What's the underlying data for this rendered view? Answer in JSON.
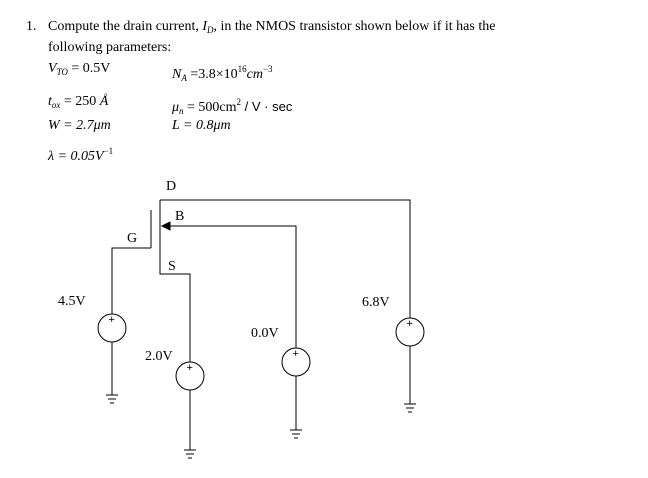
{
  "problem": {
    "number": "1.",
    "text_before": "Compute the drain current,",
    "symbol_I": "I",
    "symbol_sub": "D",
    "text_after": ", in the NMOS transistor shown below if it has the",
    "line2": "following parameters:"
  },
  "params": {
    "vto": {
      "sym": "V",
      "sub": "TO",
      "rest": " = 0.5V"
    },
    "na": {
      "sym": "N",
      "sub": "A",
      "rest1": " =3.8×10",
      "exp": "16",
      "unit": "cm",
      "unit_exp": "−3"
    },
    "tox": {
      "sym": "t",
      "sub": "ox",
      "rest": " = 250",
      "unit": "A",
      "ring": "°"
    },
    "mun": {
      "sym": "μ",
      "sub": "n",
      "rest": " = 500cm",
      "exp": "2",
      "rest2": " / V · sec"
    },
    "w": {
      "text": "W = 2.7μm"
    },
    "l": {
      "text": "L = 0.8μm"
    },
    "lambda": {
      "text": "λ = 0.05V",
      "exp": "−1"
    }
  },
  "circuit": {
    "labels": {
      "drain": "D",
      "bulk": "B",
      "gate": "G",
      "source": "S"
    },
    "sources": [
      {
        "id": "gate",
        "voltage": "4.5V",
        "polarity": "+"
      },
      {
        "id": "source",
        "voltage": "2.0V",
        "polarity": "+"
      },
      {
        "id": "bulk",
        "voltage": "0.0V",
        "polarity": "+"
      },
      {
        "id": "drain",
        "voltage": "6.8V",
        "polarity": "+"
      }
    ],
    "icons": [
      "ground-icon",
      "voltage-source-icon",
      "nmos-transistor-icon"
    ]
  }
}
